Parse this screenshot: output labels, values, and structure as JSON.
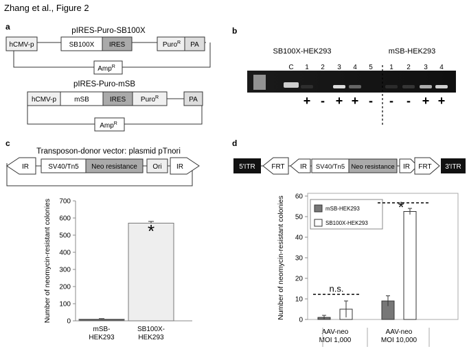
{
  "header": {
    "title": "Zhang et al., Figure 2"
  },
  "panel_a": {
    "label": "a",
    "construct1": {
      "title": "pIRES-Puro-SB100X",
      "boxes": [
        "hCMV-p",
        "SB100X",
        "IRES",
        "Puro",
        "PA"
      ],
      "amp": "Amp"
    },
    "construct2": {
      "title": "pIRES-Puro-mSB",
      "boxes": [
        "hCMV-p",
        "mSB",
        "IRES",
        "Puro",
        "PA"
      ],
      "amp": "Amp"
    },
    "superscript": "R"
  },
  "panel_b": {
    "label": "b",
    "group1": "SB100X-HEK293",
    "group2": "mSB-HEK293",
    "lane_c": "C",
    "lanes1": [
      "1",
      "2",
      "3",
      "4",
      "5"
    ],
    "lanes2": [
      "1",
      "2",
      "3",
      "4"
    ],
    "signs1": [
      "+",
      "-",
      "+",
      "+",
      "-"
    ],
    "signs2": [
      "-",
      "-",
      "+",
      "+"
    ],
    "band_levels1": [
      0.1,
      0.0,
      0.85,
      0.35,
      0.0
    ],
    "band_levels2": [
      0.1,
      0.15,
      0.65,
      0.8
    ]
  },
  "panel_c": {
    "label": "c",
    "vector_title": "Transposon-donor vector: plasmid pTnori",
    "elements": [
      "IR",
      "SV40/Tn5",
      "Neo resistance",
      "Ori",
      "IR"
    ],
    "significance": "*"
  },
  "panel_d": {
    "label": "d",
    "elements": [
      "5'ITR",
      "FRT",
      "IR",
      "SV40/Tn5",
      "Neo resistance",
      "IR",
      "FRT",
      "3'ITR"
    ],
    "significance_ns": "n.s.",
    "significance_star": "*"
  },
  "chart_data": [
    {
      "type": "bar",
      "panel": "c",
      "categories": [
        "mSB-\nHEK293",
        "SB100X-\nHEK293"
      ],
      "values": [
        10,
        570
      ],
      "errors": [
        3,
        10
      ],
      "ylabel": "Number of neomycin-resistant colonies",
      "ylim": [
        0,
        700
      ],
      "yticks": [
        "0",
        "100",
        "200",
        "300",
        "400",
        "500",
        "600",
        "700"
      ],
      "colors": [
        "#555555",
        "#eeeeee"
      ]
    },
    {
      "type": "bar",
      "panel": "d",
      "categories": [
        "AAV-neo\nMOI 1,000",
        "AAV-neo\nMOI 10,000"
      ],
      "series": [
        {
          "name": "mSB-HEK293",
          "values": [
            1,
            9
          ],
          "errors": [
            1,
            2.5
          ],
          "color": "#777777"
        },
        {
          "name": "SB100X-HEK293",
          "values": [
            5,
            52.5
          ],
          "errors": [
            4,
            1.5
          ],
          "color": "#ffffff"
        }
      ],
      "ylabel": "Number of neomycin-resistant colonies",
      "ylim": [
        0,
        60
      ],
      "yticks": [
        "0",
        "10",
        "20",
        "30",
        "40",
        "50",
        "60"
      ],
      "legend_position": "top-left"
    }
  ]
}
